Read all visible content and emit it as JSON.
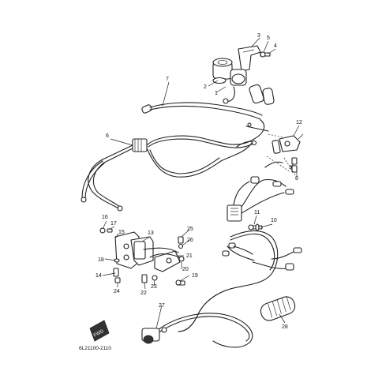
{
  "diagram": {
    "catalog_code": "6L21100-2110",
    "fwd_tag": "FWD",
    "callouts": [
      "1",
      "2",
      "3",
      "4",
      "5",
      "6",
      "7",
      "8",
      "9",
      "10",
      "11",
      "12",
      "13",
      "14",
      "15",
      "16",
      "17",
      "18",
      "19",
      "20",
      "21",
      "22",
      "23",
      "24",
      "25",
      "26",
      "27",
      "28"
    ]
  }
}
